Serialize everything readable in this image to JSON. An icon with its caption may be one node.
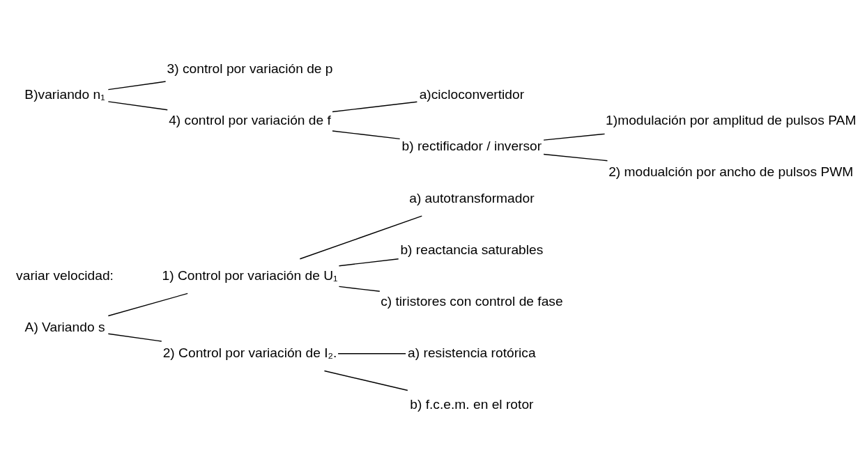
{
  "diagram": {
    "nodes": [
      {
        "text": [
          "A) Variando s"
        ]
      },
      {
        "text": [
          "1) Control por variación de U₁"
        ]
      },
      {
        "text": [
          "a) autotransformador"
        ]
      },
      {
        "text": [
          "b) reactancia saturables"
        ]
      },
      {
        "text": [
          "c) tiristores con control de fase"
        ]
      },
      {
        "text": [
          "2) Control por variación de I₂."
        ]
      },
      {
        "text": [
          "a) resistencia rotórica"
        ]
      },
      {
        "text": [
          "b) f.c.e.m. en el rotor"
        ]
      },
      {
        "text": [
          "B)variando n₁"
        ]
      },
      {
        "text": [
          "3) control por variación de p"
        ]
      },
      {
        "text": [
          "4) control por variación de f"
        ]
      },
      {
        "text": [
          "a)cicloconvertidor"
        ]
      },
      {
        "text": [
          "b) rectificador / inversor"
        ]
      },
      {
        "text": [
          "1)modulación por amplitud de pulsos PAM"
        ]
      },
      {
        "text": [
          "2) modualción por ancho de pulsos PWM"
        ]
      }
    ],
    "edges": [
      {
        "from": 0,
        "to": 1,
        "arrow": "none"
      },
      {
        "from": 0,
        "to": 5,
        "arrow": "none"
      },
      {
        "from": 1,
        "to": 2,
        "arrow": "none"
      },
      {
        "from": 1,
        "to": 3,
        "arrow": "none"
      },
      {
        "from": 1,
        "to": 4,
        "arrow": "none"
      },
      {
        "from": 5,
        "to": 6,
        "arrow": "none"
      },
      {
        "from": 5,
        "to": 7,
        "arrow": "none"
      },
      {
        "from": 8,
        "to": 9,
        "arrow": "none"
      },
      {
        "from": 8,
        "to": 10,
        "arrow": "none"
      },
      {
        "from": 10,
        "to": 11,
        "arrow": "none"
      },
      {
        "from": 10,
        "to": 12,
        "arrow": "none"
      },
      {
        "from": 12,
        "to": 13,
        "arrow": "none"
      },
      {
        "from": 12,
        "to": 14,
        "arrow": "none"
      }
    ],
    "labels": [
      "variar velocidad:"
    ]
  }
}
